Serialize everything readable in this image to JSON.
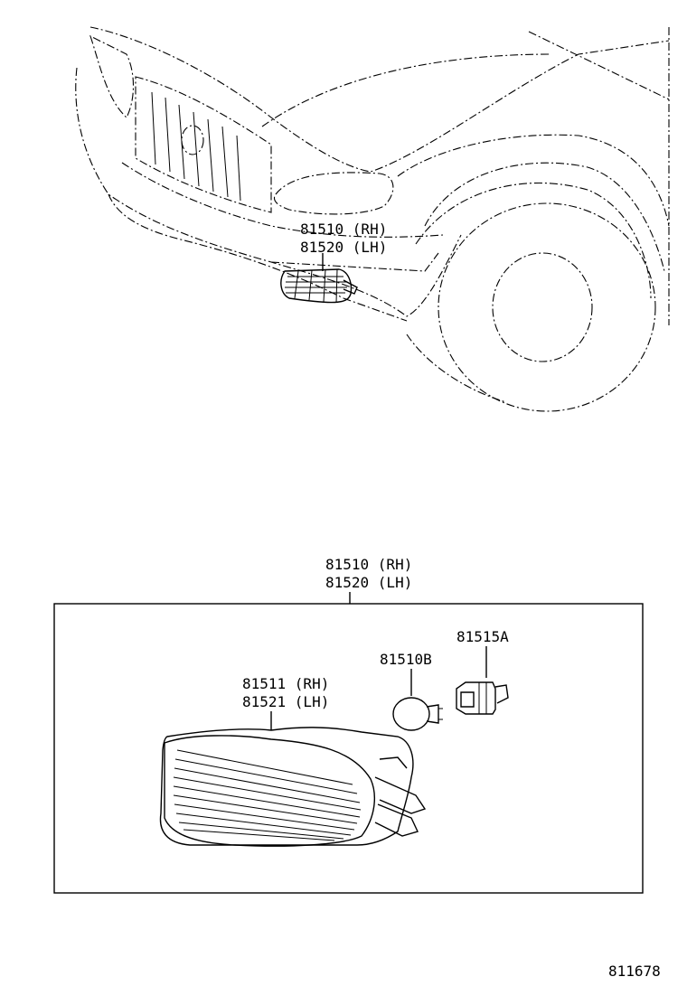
{
  "callouts": {
    "car_rh": "81510 (RH)",
    "car_lh": "81520 (LH)",
    "assy_rh": "81510 (RH)",
    "assy_lh": "81520 (LH)",
    "lens_rh": "81511 (RH)",
    "lens_lh": "81521 (LH)",
    "bulb": "81510B",
    "socket": "81515A"
  },
  "figure_code": "811678"
}
